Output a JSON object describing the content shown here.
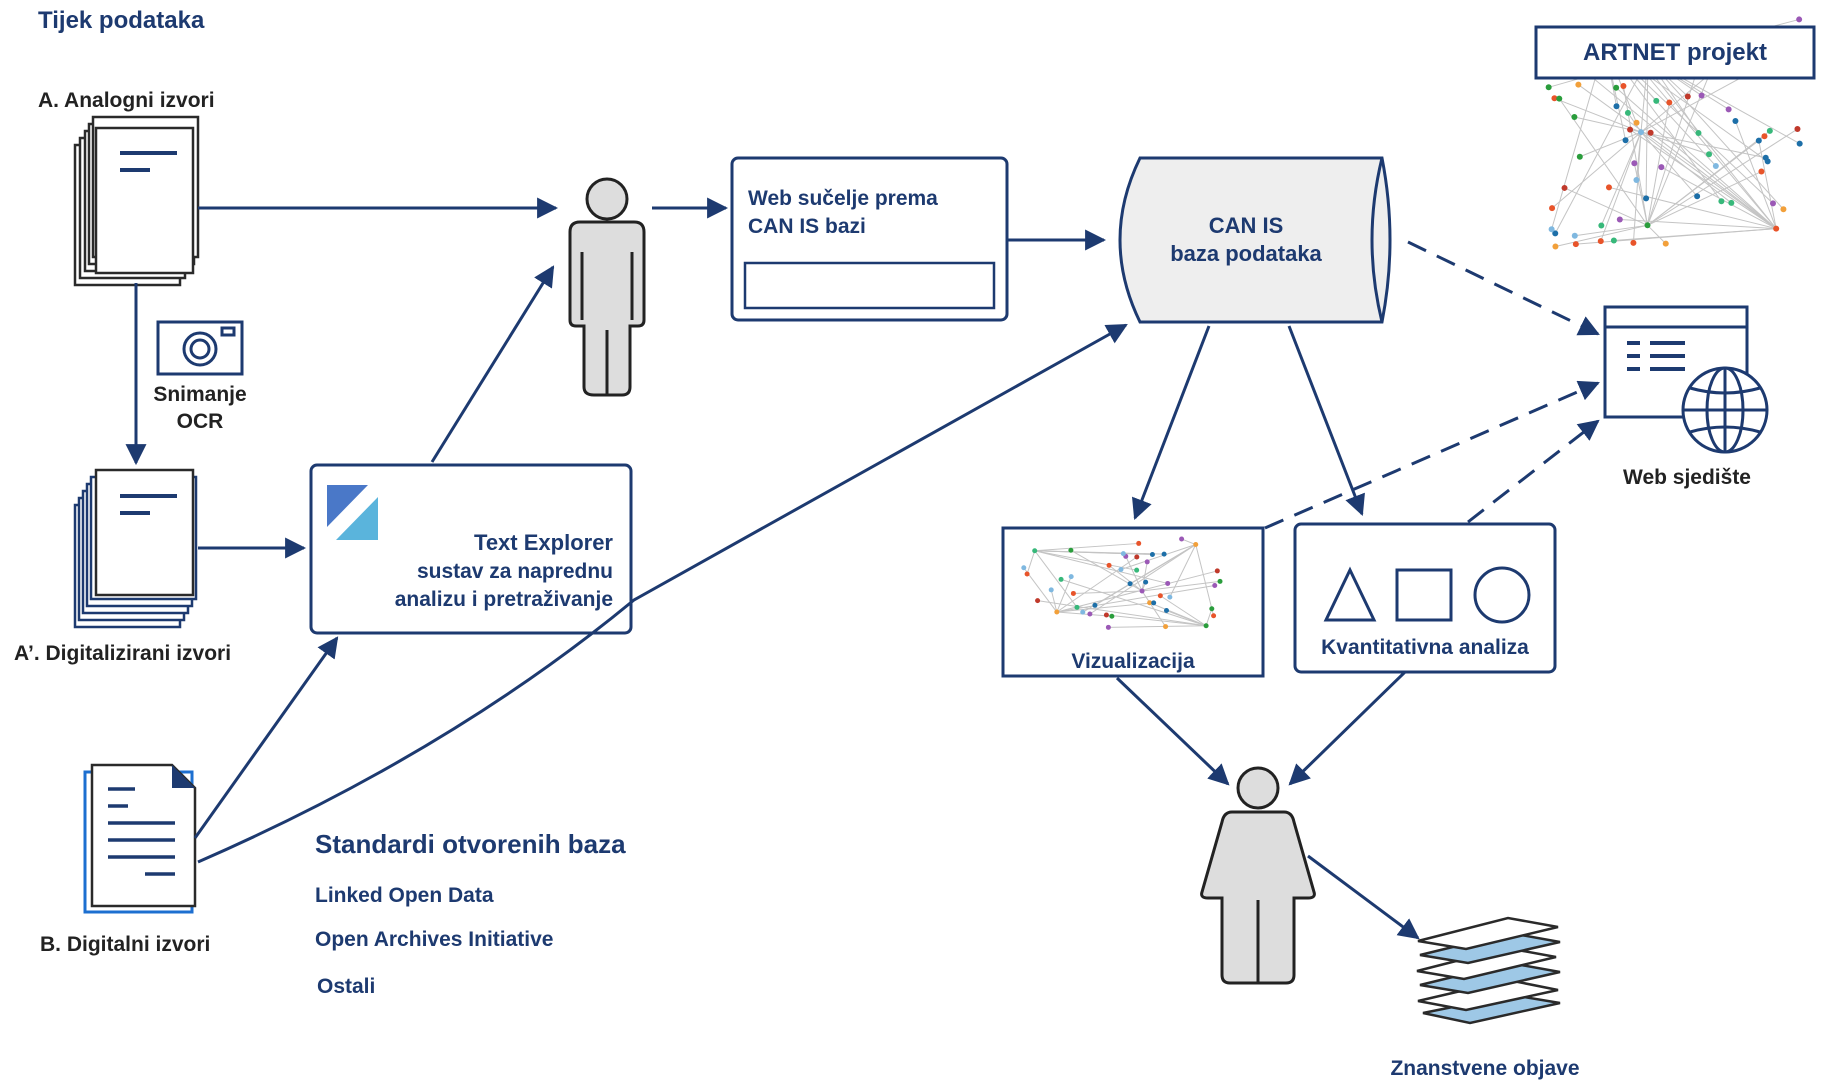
{
  "title": "Tijek podataka",
  "sources": {
    "analog": "A. Analogni izvori",
    "capture_line1": "Snimanje",
    "capture_line2": "OCR",
    "digitized": "A’. Digitalizirani izvori",
    "digital": "B. Digitalni izvori"
  },
  "web_interface": {
    "line1": "Web sučelje prema",
    "line2": "CAN IS bazi"
  },
  "database": {
    "line1": "CAN IS",
    "line2": "baza podataka"
  },
  "text_explorer": {
    "name": "Text Explorer",
    "line1": "sustav za naprednu",
    "line2": "analizu i pretraživanje"
  },
  "standards": {
    "heading": "Standardi otvorenih baza",
    "items": [
      "Linked Open Data",
      "Open Archives Initiative",
      "Ostali"
    ]
  },
  "visualization": "Vizualizacija",
  "quantitative": "Kvantitativna analiza",
  "website": "Web sjedište",
  "publications": "Znanstvene objave",
  "project": "ARTNET projekt",
  "colors": {
    "navy": "#1d3a70",
    "ink": "#222222",
    "figure_fill": "#dddddd",
    "db_fill": "#eeeeee"
  }
}
